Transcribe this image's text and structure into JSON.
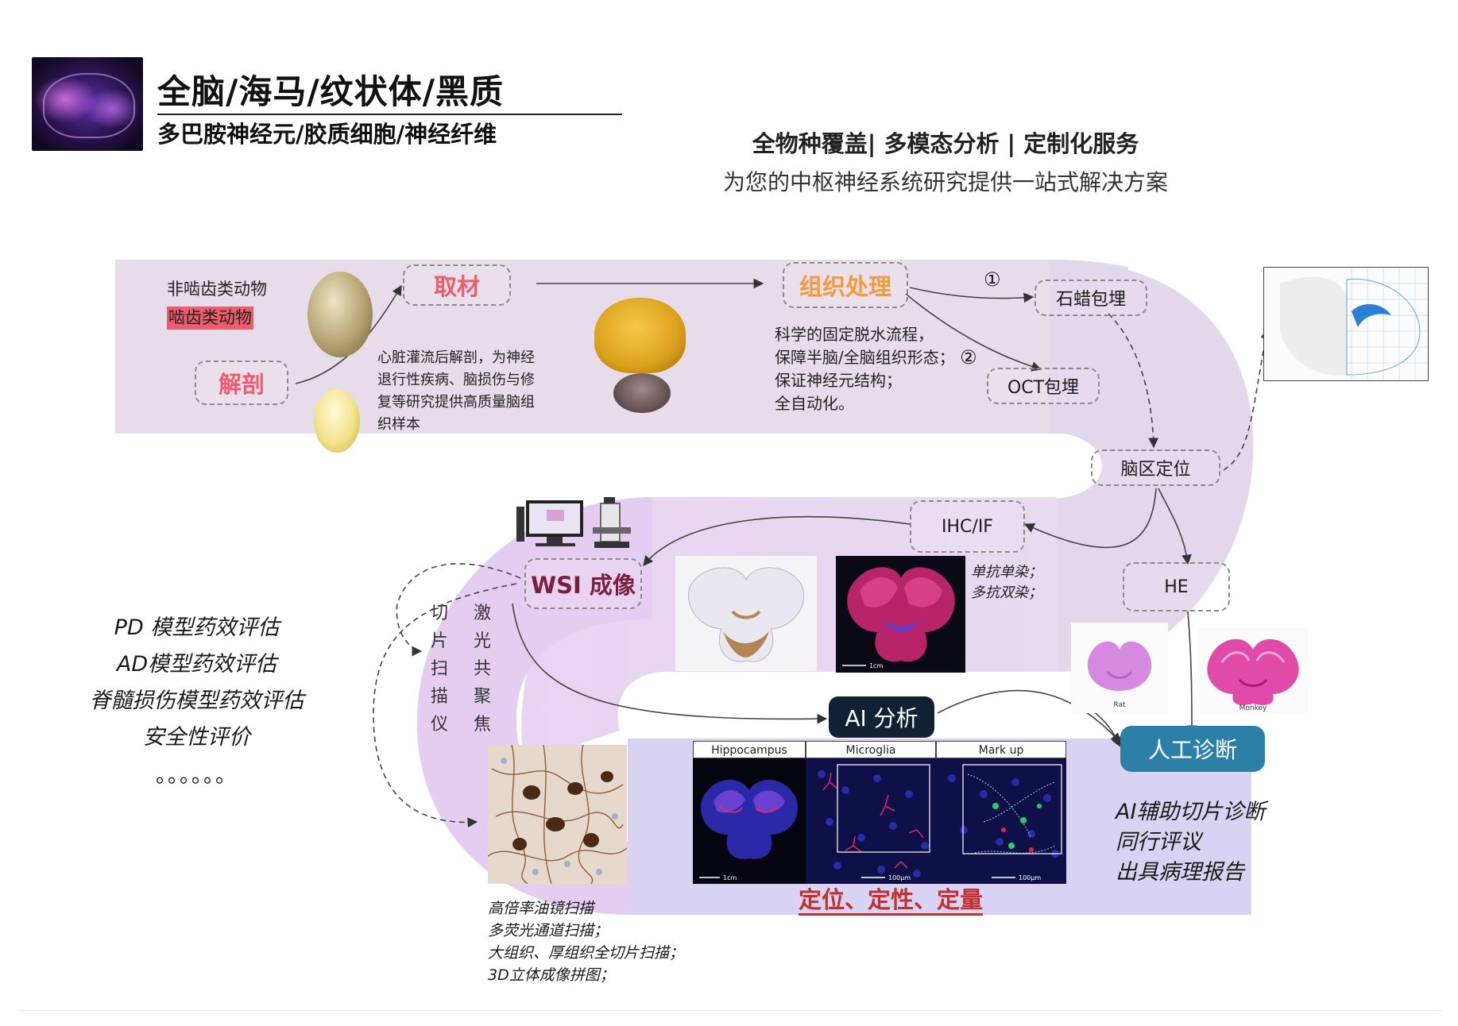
{
  "header": {
    "title": "全脑/海马/纹状体/黑质",
    "subtitle": "多巴胺神经元/胶质细胞/神经纤维",
    "tagline": "全物种覆盖| 多模态分析 | 定制化服务",
    "tagline_sub": "为您的中枢神经系统研究提供一站式解决方案"
  },
  "steps": {
    "species_non_rodent": "非啮齿类动物",
    "species_rodent": "啮齿类动物",
    "dissection": "解剖",
    "sampling": "取材",
    "sampling_desc": [
      "心脏灌流后解剖，为神经",
      "退行性疾病、脑损伤与修",
      "复等研究提供高质量脑组",
      "织样本"
    ],
    "tissue_processing": "组织处理",
    "processing_desc": [
      "科学的固定脱水流程，",
      "保障半脑/全脑组织形态；",
      "保证神经元结构；",
      "全自动化。"
    ],
    "route1_marker": "①",
    "route2_marker": "②",
    "paraffin": "石蜡包埋",
    "oct": "OCT包埋",
    "brain_region": "脑区定位",
    "ihc_if": "IHC/IF",
    "staining_desc": [
      "单抗单染；",
      "多抗双染；"
    ],
    "he": "HE",
    "wsi": "WSI 成像",
    "scanner_vertical": [
      "切",
      "片",
      "扫",
      "描",
      "仪"
    ],
    "confocal_vertical": [
      "激",
      "光",
      "共",
      "聚",
      "焦"
    ],
    "ai_analysis": "AI 分析",
    "manual_diagnosis": "人工诊断",
    "scan_desc": [
      "高倍率油镜扫描",
      "多荧光通道扫描；",
      "大组织、厚组织全切片扫描；",
      "3D立体成像拼图；"
    ],
    "quant_label": "定位、定性、定量"
  },
  "micro_panels": {
    "headers": [
      "Hippocampus",
      "Microglia",
      "Mark up"
    ],
    "scale_1cm": "1cm",
    "scale_100um": "100μm"
  },
  "he_species": [
    "Rat",
    "Monkey"
  ],
  "applications": [
    "PD 模型药效评估",
    "AD模型药效评估",
    "脊髓损伤模型药效评估",
    "安全性评价",
    "。。。。。。"
  ],
  "diagnosis_outputs": [
    "AI辅助切片诊断",
    "同行评议",
    "出具病理报告"
  ],
  "colors": {
    "band_top": "#e7dcea",
    "band_mid": "#e4cfee",
    "band_bottom": "#d9d3f3",
    "highlight_red": "#ec5c6c",
    "highlight_orange": "#f2b27a",
    "ai_box": "#122033",
    "manual_box": "#2c7fa6",
    "quant_underline": "#c0302d"
  }
}
